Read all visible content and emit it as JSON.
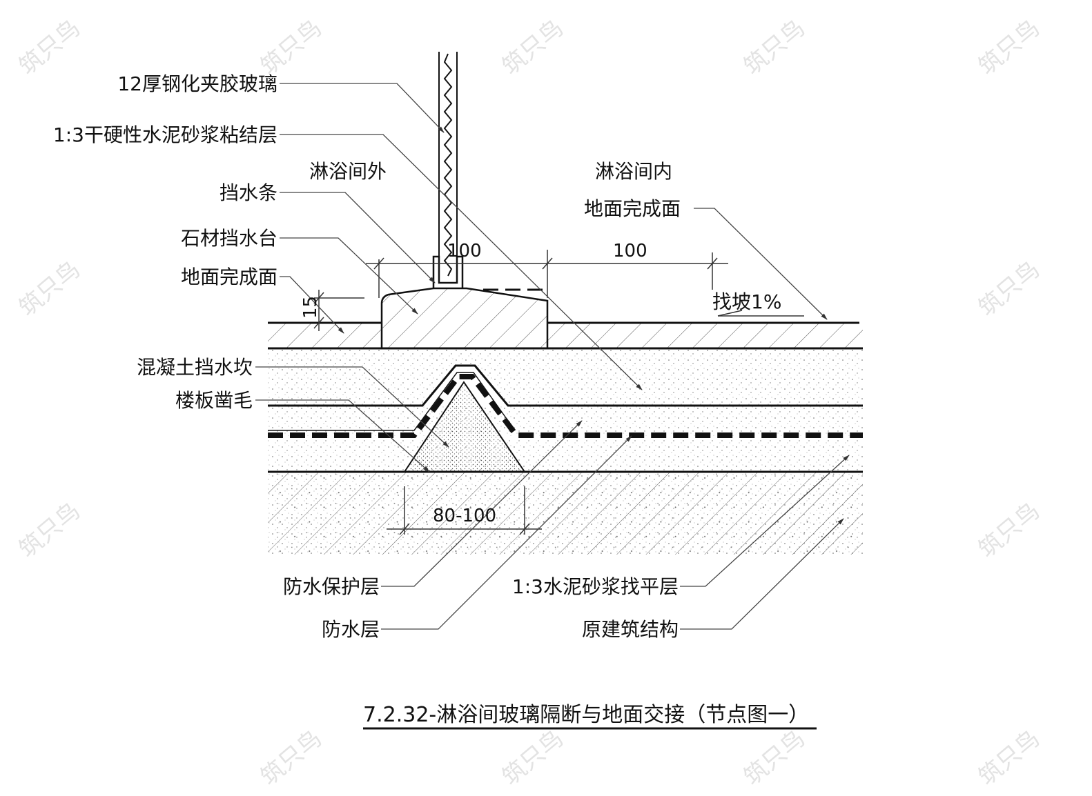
{
  "labels": {
    "glass": "12厚钢化夹胶玻璃",
    "bond_layer": "1:3干硬性水泥砂浆粘结层",
    "outside": "淋浴间外",
    "inside": "淋浴间内",
    "water_strip": "挡水条",
    "stone_sill": "石材挡水台",
    "floor_left": "地面完成面",
    "floor_right": "地面完成面",
    "slope": "找坡1%",
    "concrete_curb": "混凝土挡水坎",
    "slab_rough": "楼板凿毛",
    "protect_layer": "防水保护层",
    "waterproof_layer": "防水层",
    "leveling_layer": "1:3水泥砂浆找平层",
    "structure": "原建筑结构"
  },
  "dimensions": {
    "d1": "100",
    "d2": "100",
    "d3": "15",
    "d4": "80-100"
  },
  "title": "7.2.32-淋浴间玻璃隔断与地面交接（节点图一）",
  "watermark": "筑只鸟"
}
